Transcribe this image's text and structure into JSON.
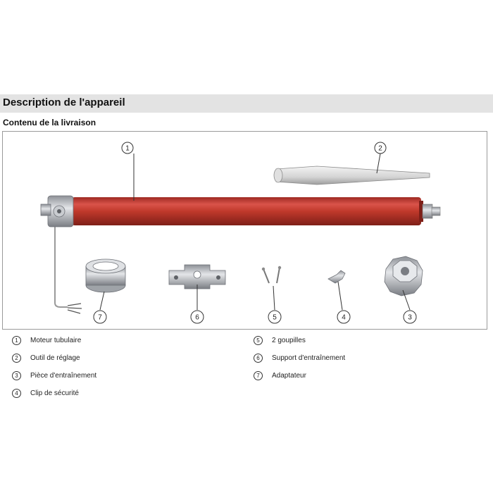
{
  "header": {
    "title": "Description de l'appareil"
  },
  "section": {
    "subtitle": "Contenu de la livraison"
  },
  "callouts": [
    "1",
    "2",
    "3",
    "4",
    "5",
    "6",
    "7"
  ],
  "legend": {
    "items": [
      {
        "num": "1",
        "label": "Moteur tubulaire"
      },
      {
        "num": "2",
        "label": "Outil de réglage"
      },
      {
        "num": "3",
        "label": "Pièce d'entraînement"
      },
      {
        "num": "4",
        "label": "Clip de sécurité"
      },
      {
        "num": "5",
        "label": "2 goupilles"
      },
      {
        "num": "6",
        "label": "Support d'entraînement"
      },
      {
        "num": "7",
        "label": "Adaptateur"
      }
    ]
  },
  "colors": {
    "motor_tube": "#c0392b",
    "header_bg": "#e3e3e3",
    "part_gray": "#b9bcc0"
  }
}
